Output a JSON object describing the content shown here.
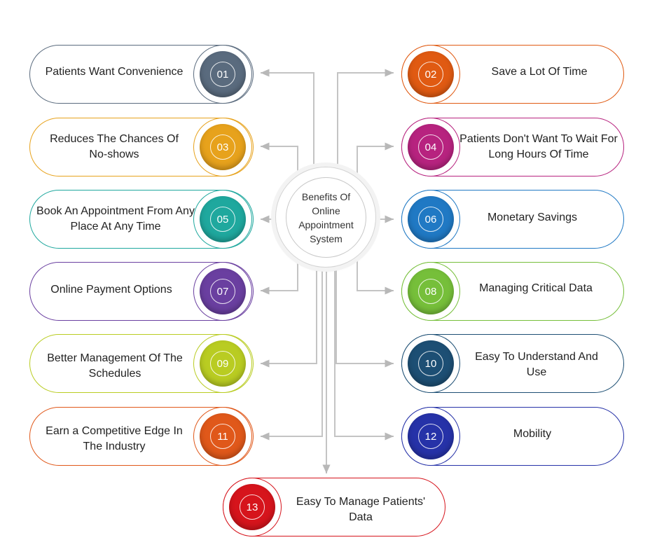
{
  "center": {
    "title": "Benefits Of Online Appointment System"
  },
  "items": [
    {
      "num": "01",
      "text": "Patients Want Convenience",
      "color": "#5a6b7e"
    },
    {
      "num": "02",
      "text": "Save a Lot Of Time",
      "color": "#e05a12"
    },
    {
      "num": "03",
      "text": "Reduces The Chances Of No-shows",
      "color": "#e7a21c"
    },
    {
      "num": "04",
      "text": "Patients Don't Want To Wait For Long Hours Of Time",
      "color": "#b7237f"
    },
    {
      "num": "05",
      "text": "Book An Appointment From Any Place At Any Time",
      "color": "#1fa89e"
    },
    {
      "num": "06",
      "text": "Monetary Savings",
      "color": "#2079c4"
    },
    {
      "num": "07",
      "text": "Online Payment Options",
      "color": "#6a3fa0"
    },
    {
      "num": "08",
      "text": "Managing Critical Data",
      "color": "#76bf3a"
    },
    {
      "num": "09",
      "text": "Better Management Of The Schedules",
      "color": "#b9cc22"
    },
    {
      "num": "10",
      "text": "Easy To Understand And Use",
      "color": "#1d4f74"
    },
    {
      "num": "11",
      "text": "Earn a Competitive Edge In The Industry",
      "color": "#e0581a"
    },
    {
      "num": "12",
      "text": "Mobility",
      "color": "#2632a8"
    },
    {
      "num": "13",
      "text": "Easy To Manage Patients' Data",
      "color": "#d6141c"
    }
  ]
}
